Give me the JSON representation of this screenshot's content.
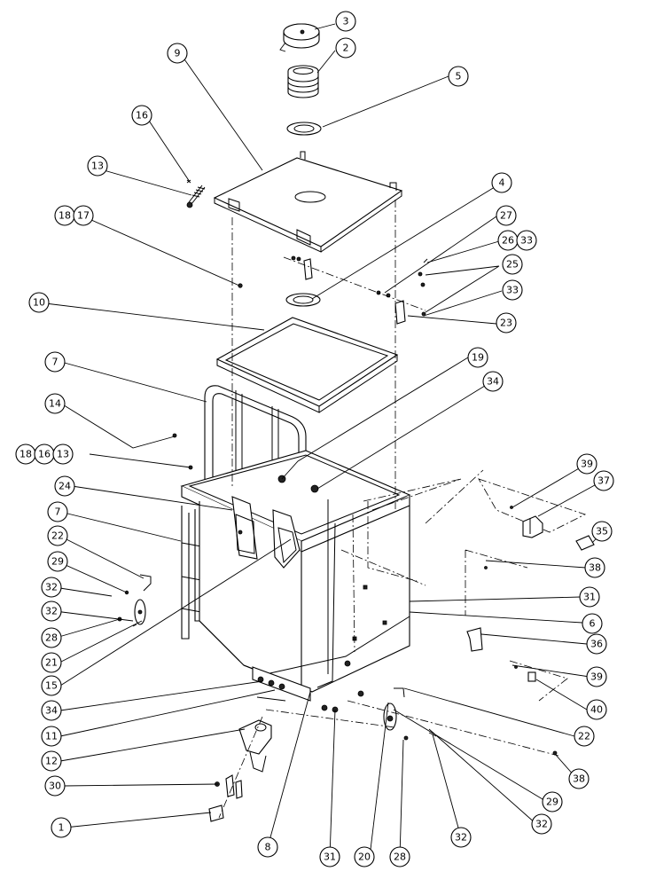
{
  "callouts": [
    "1",
    "2",
    "3",
    "4",
    "5",
    "6",
    "7",
    "8",
    "9",
    "10",
    "11",
    "12",
    "13",
    "14",
    "15",
    "16",
    "17",
    "18",
    "19",
    "20",
    "21",
    "22",
    "23",
    "24",
    "25",
    "26",
    "27",
    "28",
    "29",
    "30",
    "31",
    "32",
    "33",
    "34",
    "35",
    "36",
    "37",
    "38",
    "39",
    "40"
  ],
  "labels": {
    "c1": "1",
    "c2": "2",
    "c3": "3",
    "c4": "4",
    "c5": "5",
    "c6": "6",
    "c7a": "7",
    "c7b": "7",
    "c8": "8",
    "c9": "9",
    "c10": "10",
    "c11": "11",
    "c12": "12",
    "c13a": "13",
    "c13b": "13",
    "c14": "14",
    "c15": "15",
    "c16a": "16",
    "c16b": "16",
    "c17": "17",
    "c18a": "18",
    "c18b": "18",
    "c19": "19",
    "c20": "20",
    "c21": "21",
    "c22a": "22",
    "c22b": "22",
    "c23": "23",
    "c24": "24",
    "c25": "25",
    "c26": "26",
    "c27": "27",
    "c28a": "28",
    "c28b": "28",
    "c29a": "29",
    "c29b": "29",
    "c30": "30",
    "c31a": "31",
    "c31b": "31",
    "c32a": "32",
    "c32b": "32",
    "c32c": "32",
    "c32d": "32",
    "c33a": "33",
    "c33b": "33",
    "c34a": "34",
    "c34b": "34",
    "c35": "35",
    "c36": "36",
    "c37": "37",
    "c38a": "38",
    "c38b": "38",
    "c39a": "39",
    "c39b": "39",
    "c40": "40"
  }
}
